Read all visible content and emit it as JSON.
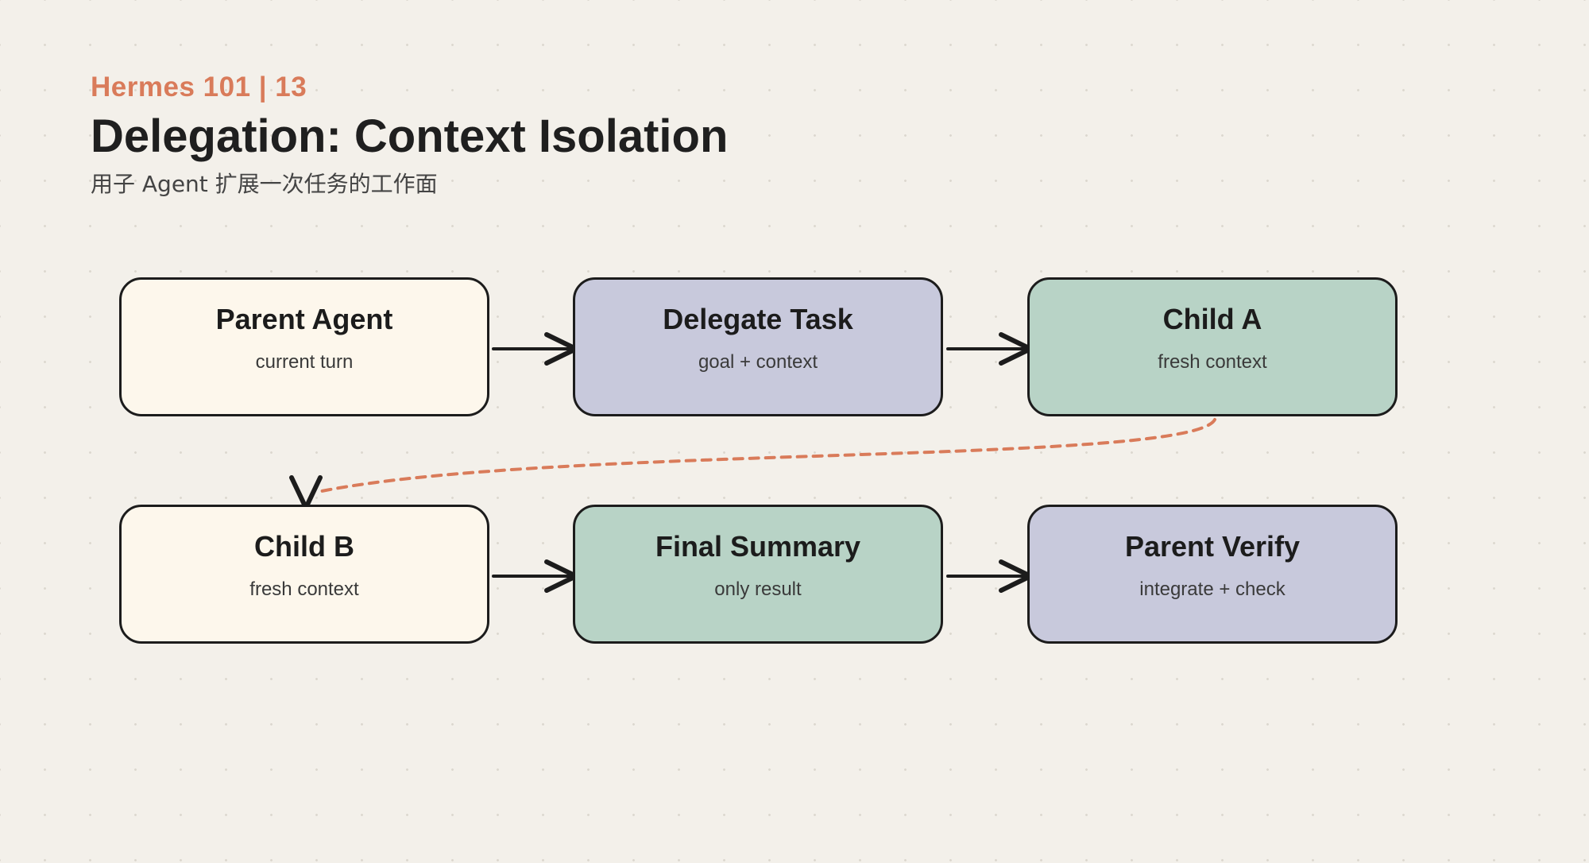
{
  "header": {
    "eyebrow": "Hermes 101 | 13",
    "title": "Delegation: Context Isolation",
    "subtitle": "用子 Agent 扩展一次任务的工作面"
  },
  "colors": {
    "background": "#f3f0ea",
    "accent": "#d97b5a",
    "cream": "#fdf7ec",
    "lavender": "#c8c9dc",
    "sage": "#b8d3c6",
    "stroke": "#1c1c1c"
  },
  "nodes": [
    {
      "id": "parent-agent",
      "title": "Parent Agent",
      "subtitle": "current turn",
      "fill": "#fdf7ec"
    },
    {
      "id": "delegate-task",
      "title": "Delegate Task",
      "subtitle": "goal + context",
      "fill": "#c8c9dc"
    },
    {
      "id": "child-a",
      "title": "Child A",
      "subtitle": "fresh context",
      "fill": "#b8d3c6"
    },
    {
      "id": "child-b",
      "title": "Child B",
      "subtitle": "fresh context",
      "fill": "#fdf7ec"
    },
    {
      "id": "final-summary",
      "title": "Final Summary",
      "subtitle": "only result",
      "fill": "#b8d3c6"
    },
    {
      "id": "parent-verify",
      "title": "Parent Verify",
      "subtitle": "integrate + check",
      "fill": "#c8c9dc"
    }
  ],
  "edges": [
    {
      "from": "parent-agent",
      "to": "delegate-task",
      "style": "solid"
    },
    {
      "from": "delegate-task",
      "to": "child-a",
      "style": "solid"
    },
    {
      "from": "child-a",
      "to": "child-b",
      "style": "dashed"
    },
    {
      "from": "child-b",
      "to": "final-summary",
      "style": "solid"
    },
    {
      "from": "final-summary",
      "to": "parent-verify",
      "style": "solid"
    }
  ]
}
